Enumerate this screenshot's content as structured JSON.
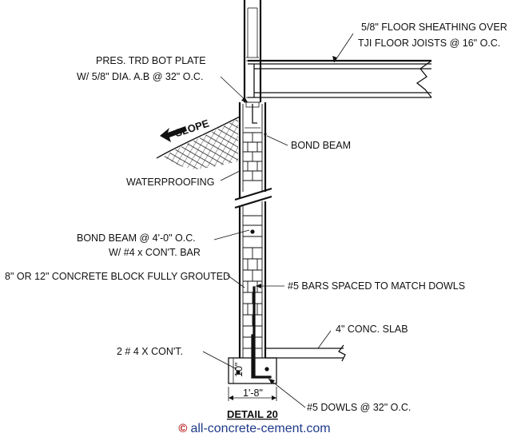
{
  "labels": {
    "floor_sheathing_line1": "5/8\" FLOOR SHEATHING OVER",
    "floor_sheathing_line2": "TJI FLOOR JOISTS @ 16\" O.C.",
    "plate_line1": "PRES. TRD BOT PLATE",
    "plate_line2": "W/ 5/8\" DIA. A.B @ 32\" O.C.",
    "slope": "SLOPE",
    "bond_beam_top": "BOND BEAM",
    "waterproofing": "WATERPROOFING",
    "bond_beam_mid_line1": "BOND BEAM  @ 4'-0\" O.C.",
    "bond_beam_mid_line2": "W/ #4 x CON'T. BAR",
    "concrete_block": "8\" OR 12\" CONCRETE BLOCK FULLY GROUTED",
    "bars_spaced": "#5 BARS SPACED TO MATCH DOWLS",
    "slab": "4\" CONC. SLAB",
    "cont_bars": "2 # 4 X CON'T.",
    "footing_height": "10\"",
    "footing_width": "1'-8\"",
    "dowels": "#5 DOWLS @ 32\" O.C.",
    "detail_title": "DETAIL 20"
  },
  "footer": {
    "copyright_symbol": "©",
    "site": "all-concrete-cement.com"
  }
}
